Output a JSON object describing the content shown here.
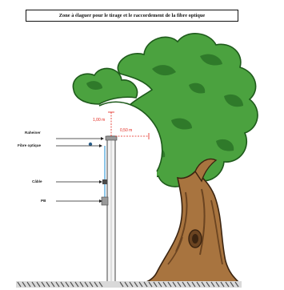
{
  "title": "Zone à élaguer pour le tirage et le raccordement de la fibre optique",
  "labels": {
    "raheiner": "Raheiner",
    "fibre_optique": "Fibre optique",
    "cable": "Câble",
    "pb": "PB"
  },
  "dimensions": {
    "vertical": "1,00 m",
    "horizontal": "0,50 m"
  },
  "colors": {
    "foliage": "#4ba23f",
    "foliage_shade": "#2f7a2a",
    "trunk": "#a8743f",
    "trunk_shade": "#6b4421",
    "dimension": "#e2231a",
    "fibre": "#6fb7e3",
    "ground": "#777777"
  }
}
